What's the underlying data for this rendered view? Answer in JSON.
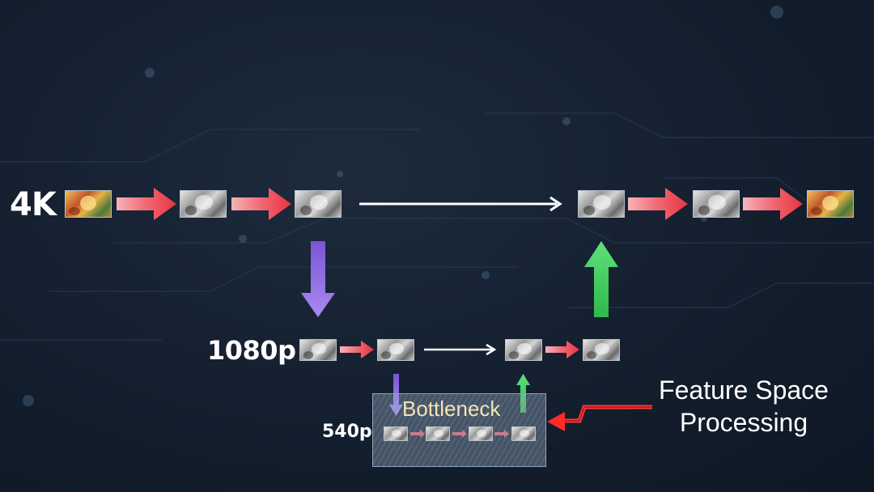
{
  "levels": {
    "top": "4K",
    "mid": "1080p",
    "low": "540p"
  },
  "bottleneck": {
    "title": "Bottleneck"
  },
  "annotation": {
    "line1": "Feature Space",
    "line2": "Processing"
  },
  "colors": {
    "forward": "#e8434f",
    "skip": "#ffffff",
    "down": "#8a5fe0",
    "up": "#3fc85a",
    "pointer": "#e02020",
    "bottleneck_text": "#f4e3b4"
  }
}
